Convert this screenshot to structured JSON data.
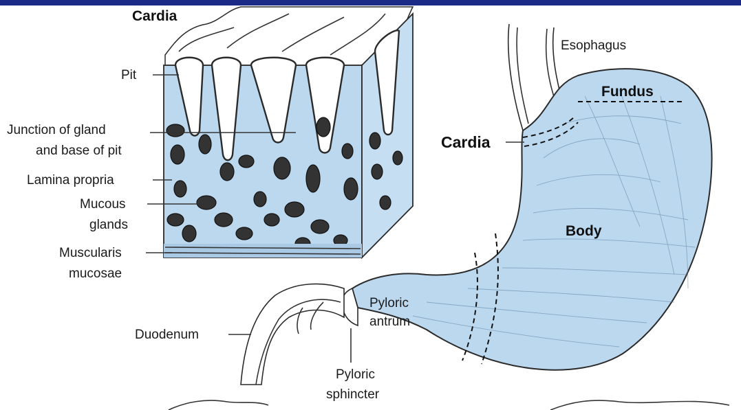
{
  "colors": {
    "top_bar": "#1b2a86",
    "tissue_fill": "#bcd8ef",
    "outline": "#2a2a2a",
    "gland": "#333333"
  },
  "labels": {
    "cardia_block_title": "Cardia",
    "pit": "Pit",
    "junction_line1": "Junction of gland",
    "junction_line2": "and base of pit",
    "lamina_propria": "Lamina propria",
    "mucous_line1": "Mucous",
    "mucous_line2": "glands",
    "muscularis_line1": "Muscularis",
    "muscularis_line2": "mucosae",
    "esophagus": "Esophagus",
    "fundus": "Fundus",
    "cardia_stomach": "Cardia",
    "body": "Body",
    "pyloric_antrum_line1": "Pyloric",
    "pyloric_antrum_line2": "antrum",
    "duodenum": "Duodenum",
    "pyloric_sphincter_line1": "Pyloric",
    "pyloric_sphincter_line2": "sphincter"
  }
}
